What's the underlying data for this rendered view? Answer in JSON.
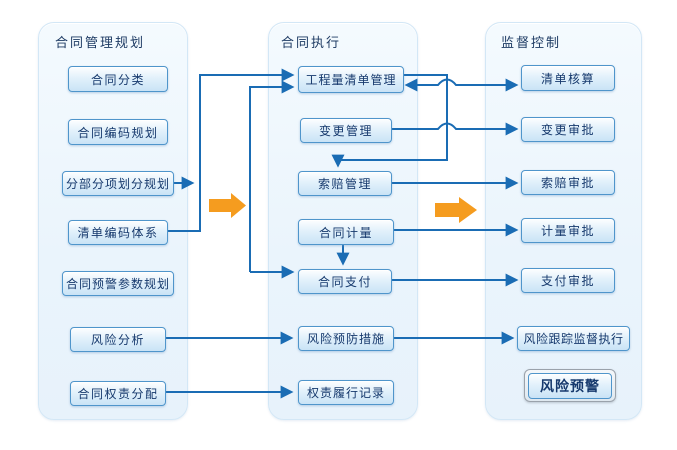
{
  "columns": [
    {
      "title": "合同管理规划",
      "boxes": [
        {
          "label": "合同分类"
        },
        {
          "label": "合同编码规划"
        },
        {
          "label": "分部分项划分规划"
        },
        {
          "label": "清单编码体系"
        },
        {
          "label": "合同预警参数规划"
        },
        {
          "label": "风险分析"
        },
        {
          "label": "合同权责分配"
        }
      ]
    },
    {
      "title": "合同执行",
      "boxes": [
        {
          "label": "工程量清单管理"
        },
        {
          "label": "变更管理"
        },
        {
          "label": "索赔管理"
        },
        {
          "label": "合同计量"
        },
        {
          "label": "合同支付"
        },
        {
          "label": "风险预防措施"
        },
        {
          "label": "权责履行记录"
        }
      ]
    },
    {
      "title": "监督控制",
      "boxes": [
        {
          "label": "清单核算"
        },
        {
          "label": "变更审批"
        },
        {
          "label": "索赔审批"
        },
        {
          "label": "计量审批"
        },
        {
          "label": "支付审批"
        },
        {
          "label": "风险跟踪监督执行"
        },
        {
          "label": "风险预警"
        }
      ]
    }
  ],
  "edges": [
    {
      "from": "分部分项划分规划",
      "to": "工程量清单管理",
      "note": "merges into riser"
    },
    {
      "from": "清单编码体系",
      "to": "工程量清单管理"
    },
    {
      "from": "左侧竖线",
      "to": "工程量清单管理"
    },
    {
      "from": "左侧竖线",
      "to": "合同支付"
    },
    {
      "from": "工程量清单管理",
      "to": "索赔管理"
    },
    {
      "from": "工程量清单管理",
      "to": "清单核算",
      "bidirectional": true
    },
    {
      "from": "变更管理",
      "to": "变更审批"
    },
    {
      "from": "索赔管理",
      "to": "索赔审批"
    },
    {
      "from": "合同计量",
      "to": "计量审批"
    },
    {
      "from": "合同计量",
      "to": "合同支付"
    },
    {
      "from": "合同支付",
      "to": "支付审批"
    },
    {
      "from": "风险分析",
      "to": "风险预防措施"
    },
    {
      "from": "风险预防措施",
      "to": "风险跟踪监督执行"
    },
    {
      "from": "合同权责分配",
      "to": "权责履行记录"
    }
  ],
  "colors": {
    "connector": "#1a6cb4",
    "box_border": "#4f95cb",
    "panel_bg": "#eaf4fc",
    "panel_border": "#d3e7f6",
    "stage_arrow": "#f59c1f",
    "text": "#16396d"
  }
}
